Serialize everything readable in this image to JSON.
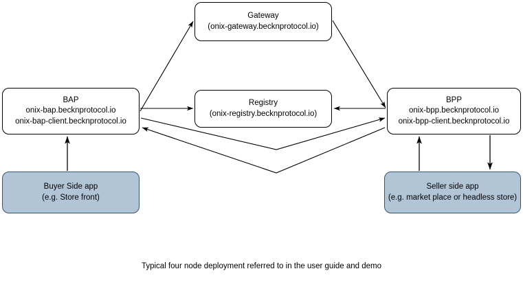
{
  "diagram": {
    "title_caption": "Typical four node deployment referred to in the user guide and demo",
    "colors": {
      "node_fill": "#ffffff",
      "node_stroke": "#000000",
      "app_fill": "#b1c5d7",
      "app_stroke": "#36546e",
      "edge_stroke": "#000000",
      "background": "#ffffff"
    },
    "nodes": [
      {
        "id": "gateway",
        "title": "Gateway",
        "subtitle": "(onix-gateway.becknprotocol.io)",
        "style": "plain"
      },
      {
        "id": "bap",
        "title": "BAP",
        "subtitle": "onix-bap.becknprotocol.io",
        "subtitle2": "onix-bap-client.becknprotocol.io",
        "style": "plain"
      },
      {
        "id": "registry",
        "title": "Registry",
        "subtitle": "(onix-registry.becknprotocol.io)",
        "style": "plain"
      },
      {
        "id": "bpp",
        "title": "BPP",
        "subtitle": "onix-bpp.becknprotocol.io",
        "subtitle2": "onix-bpp-client.becknprotocol.io",
        "style": "plain"
      },
      {
        "id": "buyer-app",
        "title": "Buyer Side app",
        "subtitle": "(e.g. Store front)",
        "style": "filled"
      },
      {
        "id": "seller-app",
        "title": "Seller side app",
        "subtitle": "(e.g. market place or headless store)",
        "style": "filled"
      }
    ],
    "edges": [
      {
        "id": "bap-to-gateway",
        "from": "bap",
        "to": "gateway",
        "arrow": "end"
      },
      {
        "id": "gateway-to-bpp",
        "from": "gateway",
        "to": "bpp",
        "arrow": "end"
      },
      {
        "id": "bap-to-registry",
        "from": "bap",
        "to": "registry",
        "arrow": "end"
      },
      {
        "id": "bpp-to-registry",
        "from": "bpp",
        "to": "registry",
        "arrow": "end"
      },
      {
        "id": "bap-to-bpp",
        "from": "bap",
        "to": "bpp",
        "arrow": "end"
      },
      {
        "id": "bpp-to-bap",
        "from": "bpp",
        "to": "bap",
        "arrow": "end"
      },
      {
        "id": "buyer-to-bap",
        "from": "buyer-app",
        "to": "bap",
        "arrow": "end"
      },
      {
        "id": "seller-to-bpp",
        "from": "seller-app",
        "to": "bpp",
        "arrow": "end"
      },
      {
        "id": "bpp-to-seller",
        "from": "bpp",
        "to": "seller-app",
        "arrow": "end"
      }
    ]
  }
}
